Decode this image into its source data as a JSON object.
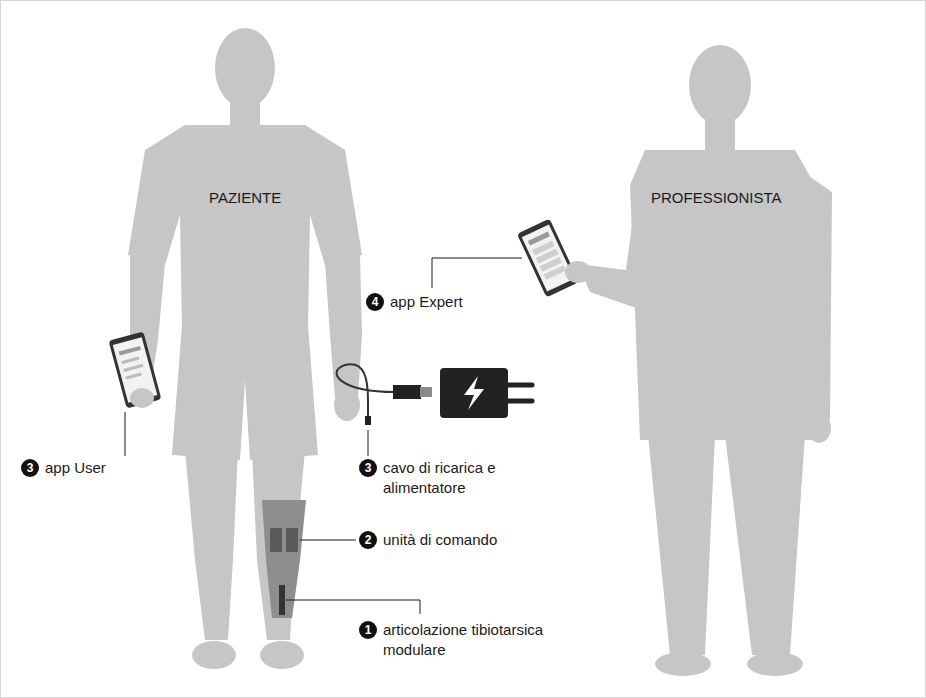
{
  "diagram": {
    "labels": [
      "PAZIENTE",
      "PROFESSIONISTA",
      "4",
      "app Expert",
      "3",
      "app User",
      "3",
      "cavo di ricarica e alimentatore",
      "2",
      "unità di comando",
      "1",
      "articolazione tibiotarsica modulare"
    ]
  }
}
